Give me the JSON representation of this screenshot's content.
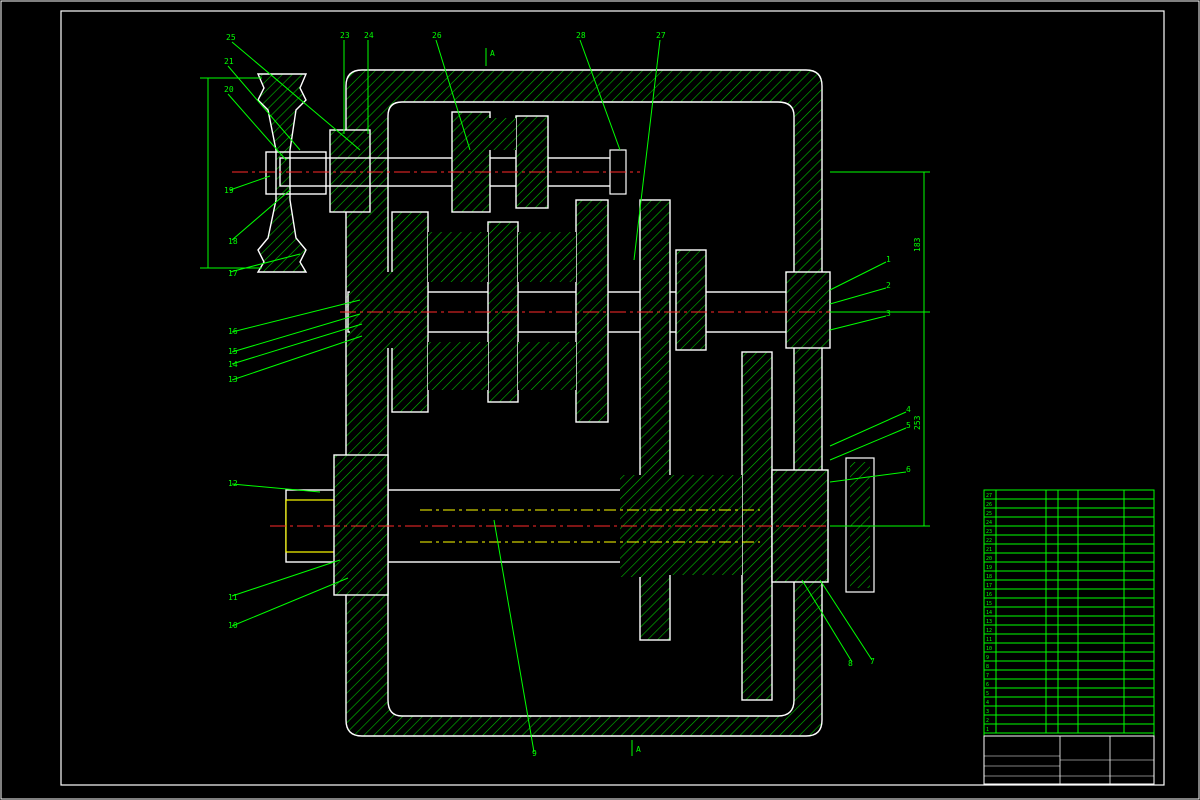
{
  "drawing": {
    "part_labels": [
      {
        "text": "25",
        "leader": "part-25"
      },
      {
        "text": "21",
        "leader": "part-21"
      },
      {
        "text": "20",
        "leader": "part-20"
      },
      {
        "text": "19",
        "leader": "part-19"
      },
      {
        "text": "18",
        "leader": "part-18"
      },
      {
        "text": "17",
        "leader": "part-17"
      },
      {
        "text": "23",
        "leader": "part-23"
      },
      {
        "text": "24",
        "leader": "part-24"
      },
      {
        "text": "26",
        "leader": "part-26"
      },
      {
        "text": "28",
        "leader": "part-28"
      },
      {
        "text": "27",
        "leader": "part-27"
      },
      {
        "text": "1",
        "leader": "part-1"
      },
      {
        "text": "2",
        "leader": "part-2"
      },
      {
        "text": "3",
        "leader": "part-3"
      },
      {
        "text": "16",
        "leader": "part-16"
      },
      {
        "text": "15",
        "leader": "part-15"
      },
      {
        "text": "14",
        "leader": "part-14"
      },
      {
        "text": "13",
        "leader": "part-13"
      },
      {
        "text": "12",
        "leader": "part-12"
      },
      {
        "text": "11",
        "leader": "part-11"
      },
      {
        "text": "10",
        "leader": "part-10"
      },
      {
        "text": "4",
        "leader": "part-4"
      },
      {
        "text": "5",
        "leader": "part-5"
      },
      {
        "text": "6",
        "leader": "part-6"
      },
      {
        "text": "8",
        "leader": "part-8"
      },
      {
        "text": "7",
        "leader": "part-7"
      },
      {
        "text": "9",
        "leader": "part-9"
      }
    ],
    "section_marks": {
      "top": "A",
      "bottom": "A"
    },
    "dims": {
      "v1": "183",
      "v2": "253"
    }
  },
  "bom_rows": [
    "27",
    "26",
    "25",
    "24",
    "23",
    "22",
    "21",
    "20",
    "19",
    "18",
    "17",
    "16",
    "15",
    "14",
    "13",
    "12",
    "11",
    "10",
    "9",
    "8",
    "7",
    "6",
    "5",
    "4",
    "3",
    "2",
    "1"
  ]
}
